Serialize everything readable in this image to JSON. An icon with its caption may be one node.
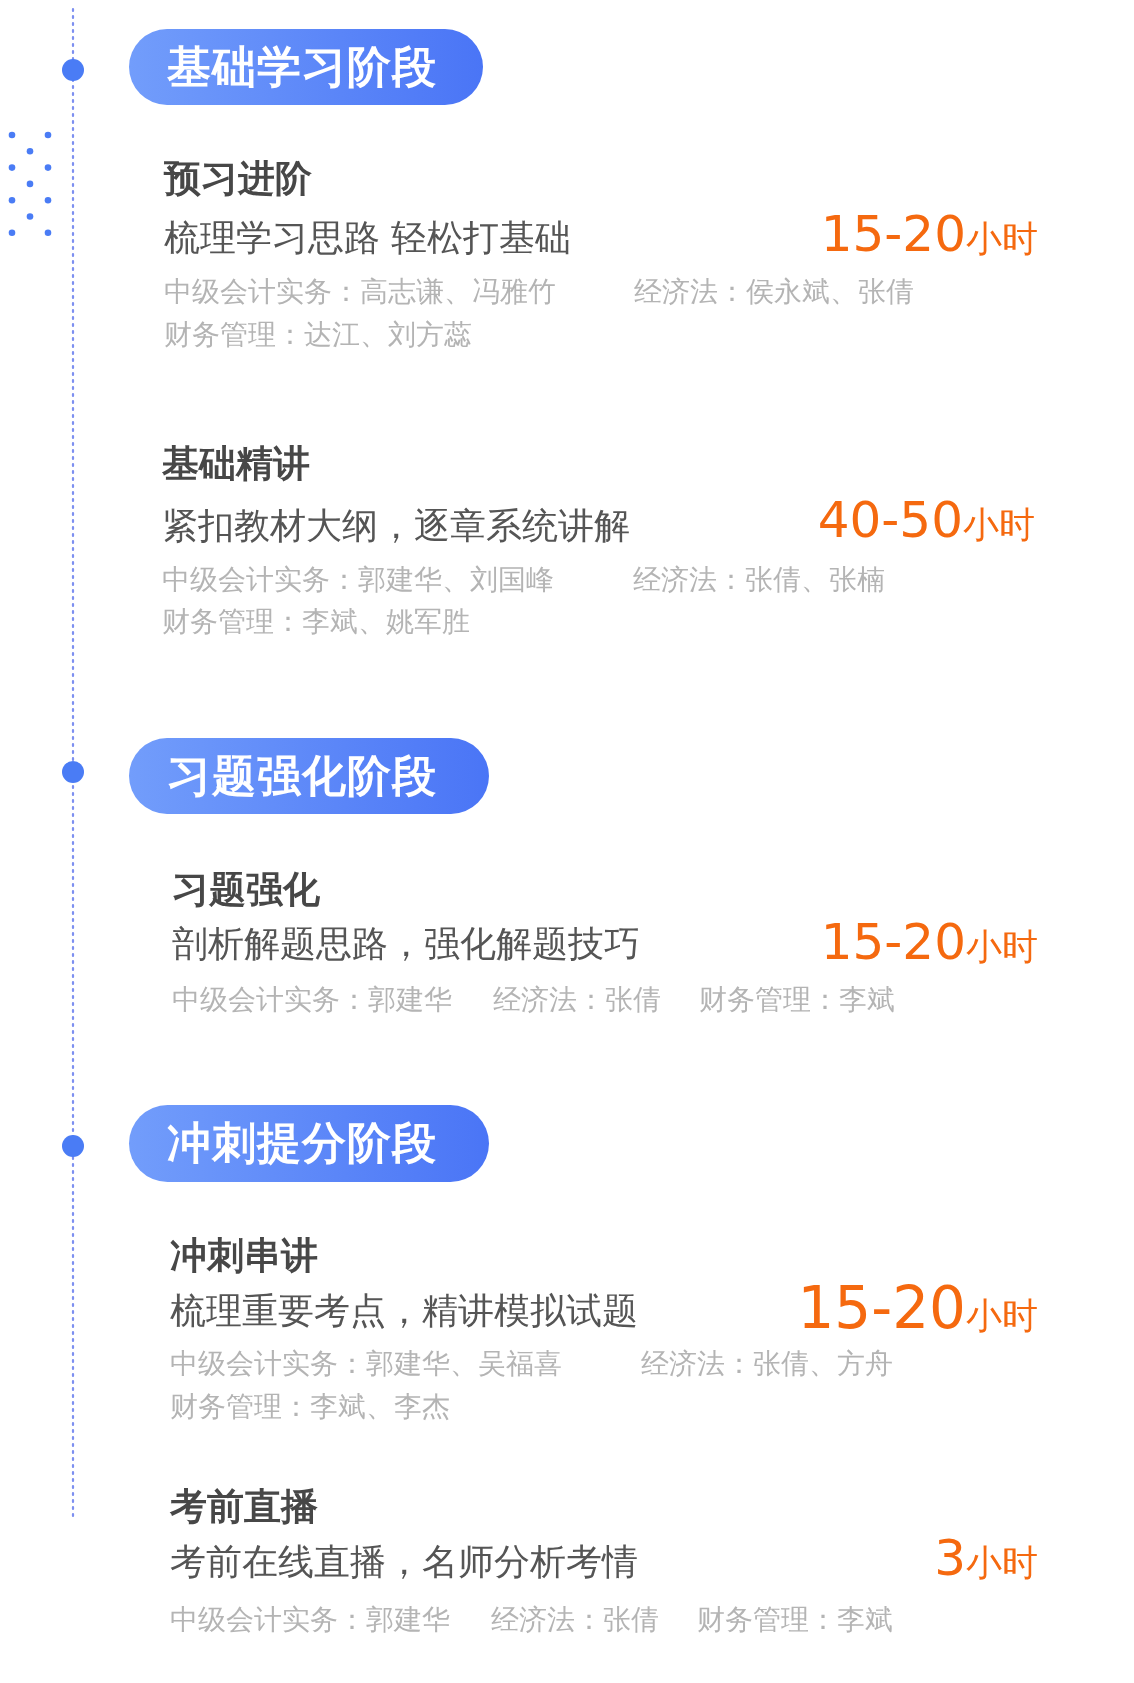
{
  "diagram": {
    "nodes": [
      {
        "text": [
          "基础学习阶段"
        ]
      },
      {
        "text": [
          "习题强化阶段"
        ]
      },
      {
        "text": [
          "冲刺提分阶段"
        ]
      }
    ],
    "labels": [
      "预习进阶",
      "梳理学习思路 轻松打基础",
      "15-20小时",
      "中级会计实务：高志谦、冯雅竹",
      "经济法：侯永斌、张倩",
      "财务管理：达江、刘方蕊",
      "基础精讲",
      "紧扣教材大纲，逐章系统讲解",
      "40-50小时",
      "中级会计实务：郭建华、刘国峰",
      "经济法：张倩、张楠",
      "财务管理：李斌、姚军胜",
      "习题强化",
      "剖析解题思路，强化解题技巧",
      "15-20小时",
      "中级会计实务：郭建华",
      "经济法：张倩",
      "财务管理：李斌",
      "冲刺串讲",
      "梳理重要考点，精讲模拟试题",
      "15-20小时",
      "中级会计实务：郭建华、吴福喜",
      "经济法：张倩、方舟",
      "财务管理：李斌、李杰",
      "考前直播",
      "考前在线直播，名师分析考情",
      "3小时",
      "中级会计实务：郭建华",
      "经济法：张倩",
      "财务管理：李斌"
    ]
  }
}
